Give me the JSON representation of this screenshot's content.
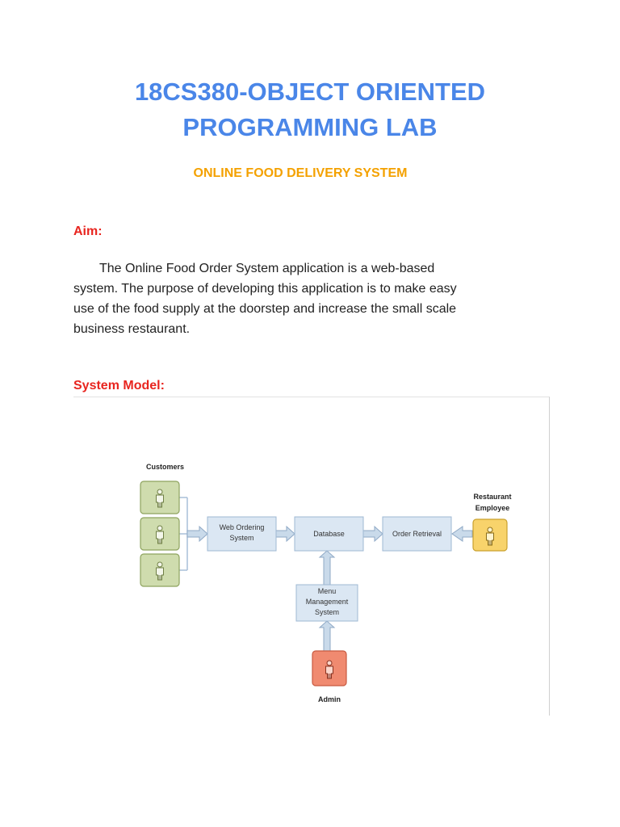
{
  "document": {
    "title_line1": "18CS380-OBJECT ORIENTED",
    "title_line2": "PROGRAMMING LAB",
    "subtitle": "ONLINE FOOD DELIVERY SYSTEM",
    "aim_heading": "Aim:",
    "aim_lines": [
      "The Online Food Order System application is a web-based",
      "system. The purpose of developing this application is to make easy",
      "use of the food supply at the doorstep and increase the small scale",
      "business restaurant."
    ],
    "system_model_heading": "System Model:"
  },
  "diagram": {
    "actors": {
      "customers": "Customers",
      "restaurant_line1": "Restaurant",
      "restaurant_line2": "Employee",
      "admin": "Admin"
    },
    "boxes": {
      "web_ordering_line1": "Web Ordering",
      "web_ordering_line2": "System",
      "database": "Database",
      "order_retrieval": "Order Retrieval",
      "menu_line1": "Menu",
      "menu_line2": "Management",
      "menu_line3": "System"
    },
    "colors": {
      "customer_fill": "#cfdcae",
      "customer_stroke": "#8ea35e",
      "employee_fill": "#f8d36b",
      "employee_stroke": "#c9a12e",
      "admin_fill": "#f08a70",
      "admin_stroke": "#c85a40",
      "box_fill": "#dbe7f3",
      "box_stroke": "#9fb8d3",
      "arrow_fill": "#c9daea",
      "arrow_stroke": "#8fa9c6"
    }
  }
}
